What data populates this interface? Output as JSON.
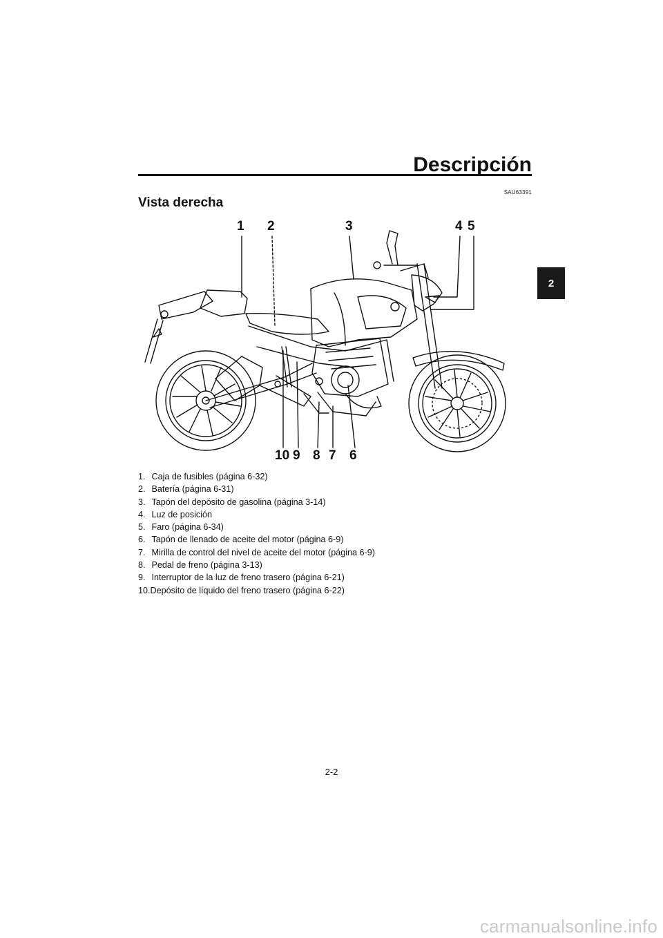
{
  "header": {
    "title": "Descripción",
    "section_code": "SAU63391",
    "section_heading": "Vista derecha"
  },
  "chapter_tab": {
    "label": "2"
  },
  "diagram": {
    "callouts": [
      {
        "number": "1"
      },
      {
        "number": "2"
      },
      {
        "number": "3"
      },
      {
        "number": "4"
      },
      {
        "number": "5"
      },
      {
        "number": "6"
      },
      {
        "number": "7"
      },
      {
        "number": "8"
      },
      {
        "number": "9"
      },
      {
        "number": "10"
      }
    ]
  },
  "legend": {
    "items": [
      {
        "number": "1.",
        "text": "Caja de fusibles (página 6-32)"
      },
      {
        "number": "2.",
        "text": "Batería (página 6-31)"
      },
      {
        "number": "3.",
        "text": "Tapón del depósito de gasolina (página 3-14)"
      },
      {
        "number": "4.",
        "text": "Luz de posición"
      },
      {
        "number": "5.",
        "text": "Faro (página 6-34)"
      },
      {
        "number": "6.",
        "text": "Tapón de llenado de aceite del motor (página 6-9)"
      },
      {
        "number": "7.",
        "text": "Mirilla de control del nivel de aceite del motor (página 6-9)"
      },
      {
        "number": "8.",
        "text": "Pedal de freno (página 3-13)"
      },
      {
        "number": "9.",
        "text": "Interruptor de la luz de freno trasero (página 6-21)"
      },
      {
        "number": "10.",
        "text": "Depósito de líquido del freno trasero (página 6-22)"
      }
    ]
  },
  "footer": {
    "page_number": "2-2",
    "watermark": "carmanualsonline.info"
  }
}
